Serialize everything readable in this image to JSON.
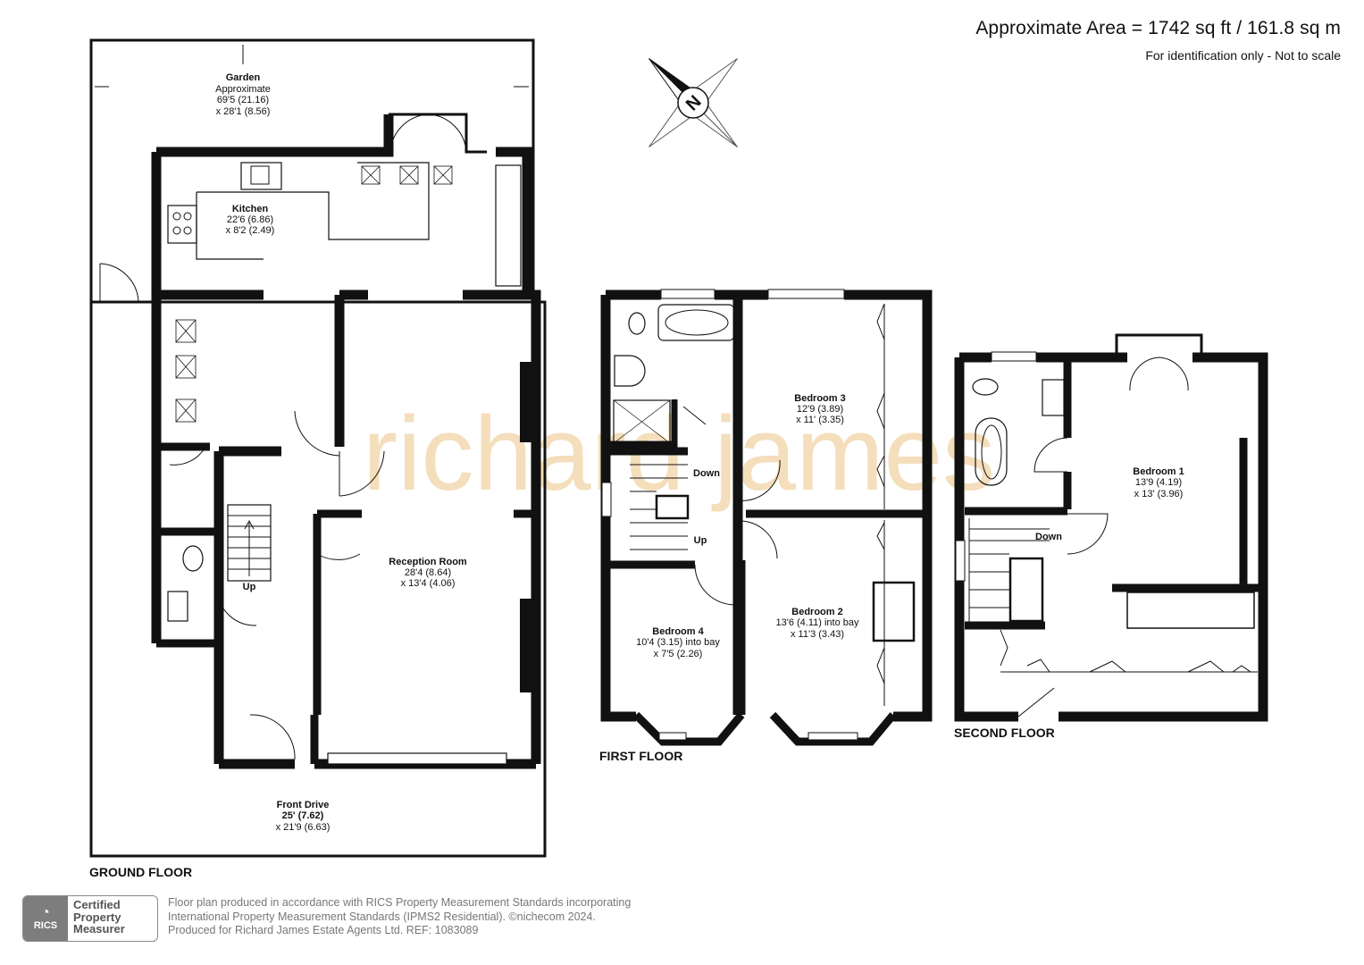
{
  "header": {
    "area": "Approximate Area = 1742 sq ft / 161.8 sq m",
    "note": "For identification only - Not to scale"
  },
  "compass": {
    "label": "N"
  },
  "watermark": "richard james",
  "floors": {
    "ground": {
      "label": "GROUND FLOOR",
      "garden": {
        "name": "Garden",
        "line1": "Approximate",
        "line2": "69'5 (21.16)",
        "line3": "x 28'1 (8.56)"
      },
      "kitchen": {
        "name": "Kitchen",
        "line1": "22'6 (6.86)",
        "line2": "x 8'2 (2.49)"
      },
      "reception": {
        "name": "Reception Room",
        "line1": "28'4 (8.64)",
        "line2": "x 13'4 (4.06)"
      },
      "front_drive": {
        "name": "Front Drive",
        "line1": "25' (7.62)",
        "line2": "x 21'9 (6.63)"
      },
      "stairs_up": "Up"
    },
    "first": {
      "label": "FIRST FLOOR",
      "bedroom3": {
        "name": "Bedroom 3",
        "line1": "12'9 (3.89)",
        "line2": "x 11' (3.35)"
      },
      "bedroom2": {
        "name": "Bedroom 2",
        "line1": "13'6 (4.11) into bay",
        "line2": "x 11'3 (3.43)"
      },
      "bedroom4": {
        "name": "Bedroom 4",
        "line1": "10'4 (3.15) into bay",
        "line2": "x 7'5 (2.26)"
      },
      "stairs_down": "Down",
      "stairs_up": "Up"
    },
    "second": {
      "label": "SECOND FLOOR",
      "bedroom1": {
        "name": "Bedroom 1",
        "line1": "13'9 (4.19)",
        "line2": "x 13' (3.96)"
      },
      "stairs_down": "Down"
    }
  },
  "badge": {
    "org": "RICS",
    "line1": "Certified",
    "line2": "Property",
    "line3": "Measurer"
  },
  "footer": {
    "line1": "Floor plan produced in accordance with RICS Property Measurement Standards incorporating",
    "line2": "International Property Measurement Standards (IPMS2 Residential).  ©nichecom 2024.",
    "line3": "Produced for Richard James Estate Agents Ltd.   REF:  1083089"
  },
  "colors": {
    "wall": "#111111",
    "watermark": "#f3d9b0",
    "text": "#111111"
  }
}
